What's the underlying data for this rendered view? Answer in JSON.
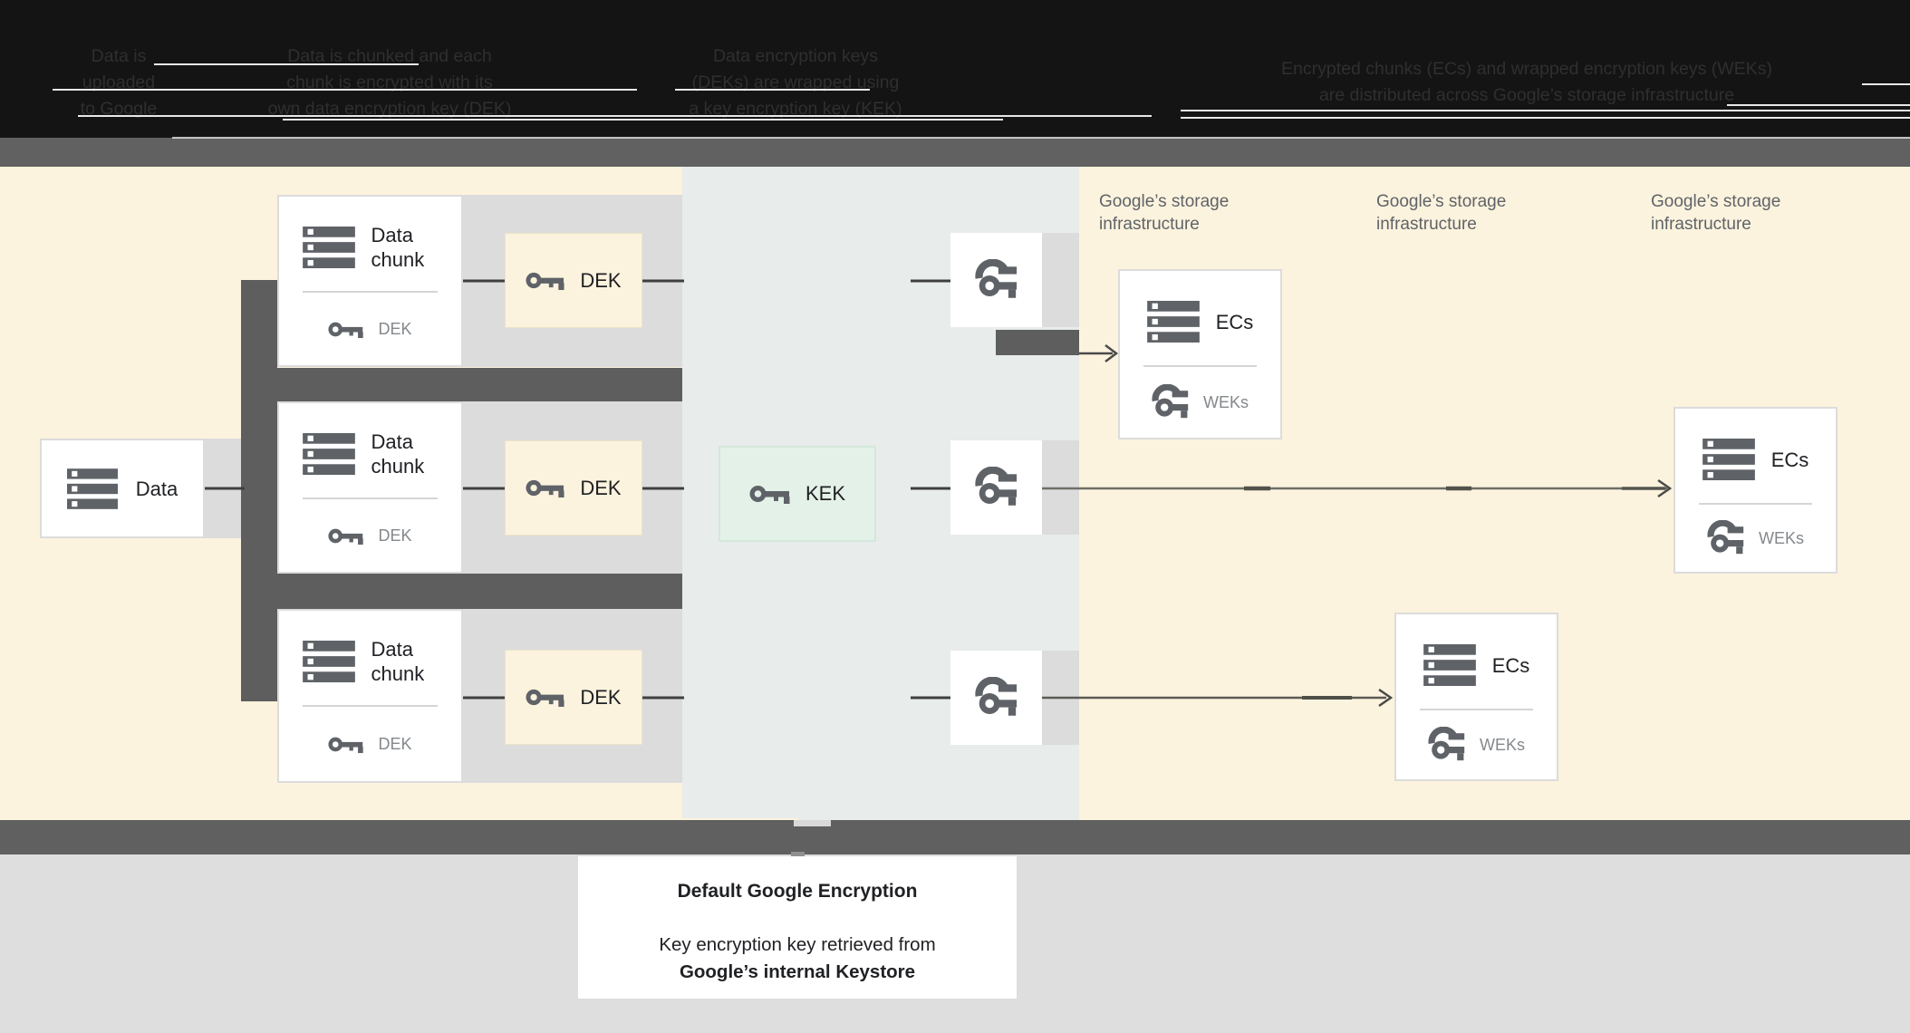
{
  "header": {
    "steps": [
      {
        "lines": [
          "Data is",
          "uploaded",
          "to Google"
        ]
      },
      {
        "lines": [
          "Data is chunked and each",
          "chunk is encrypted with its",
          "own data encryption key (DEK)"
        ]
      },
      {
        "lines": [
          "Data encryption keys",
          "(DEKs) are wrapped using",
          "a key encryption key (KEK)"
        ]
      },
      {
        "lines": [
          "Encrypted chunks (ECs) and wrapped encryption keys (WEKs)",
          "are distributed across Google’s storage infrastructure"
        ]
      }
    ]
  },
  "diagram": {
    "data_card": {
      "label": "Data"
    },
    "chunk_cards": [
      {
        "title": "Data chunk",
        "key_label": "DEK"
      },
      {
        "title": "Data chunk",
        "key_label": "DEK"
      },
      {
        "title": "Data chunk",
        "key_label": "DEK"
      }
    ],
    "dek_boxes": [
      {
        "label": "DEK"
      },
      {
        "label": "DEK"
      },
      {
        "label": "DEK"
      }
    ],
    "kek_box": {
      "label": "KEK"
    },
    "storage_labels": [
      {
        "line1": "Google’s storage",
        "line2": "infrastructure"
      },
      {
        "line1": "Google’s storage",
        "line2": "infrastructure"
      },
      {
        "line1": "Google’s storage",
        "line2": "infrastructure"
      }
    ],
    "ec_cards": [
      {
        "title": "ECs",
        "key_label": "WEKs"
      },
      {
        "title": "ECs",
        "key_label": "WEKs"
      },
      {
        "title": "ECs",
        "key_label": "WEKs"
      }
    ]
  },
  "footer": {
    "title": "Default Google Encryption",
    "subtitle_line1": "Key encryption key retrieved from",
    "subtitle_line2": "Google’s internal Keystore"
  },
  "colors": {
    "header_black": "#141414",
    "header_text": "#2f2f2f",
    "divider_band": "#616161",
    "cream": "#fcf3de",
    "mid_section": "#e8eceb",
    "light_gray_band": "#dcdcdc",
    "dark_connector": "#5e5e5e",
    "kek_fill": "#e4f1e8",
    "icon_gray": "#5f6368",
    "muted_label": "#84888b",
    "text_dark": "#202124"
  }
}
